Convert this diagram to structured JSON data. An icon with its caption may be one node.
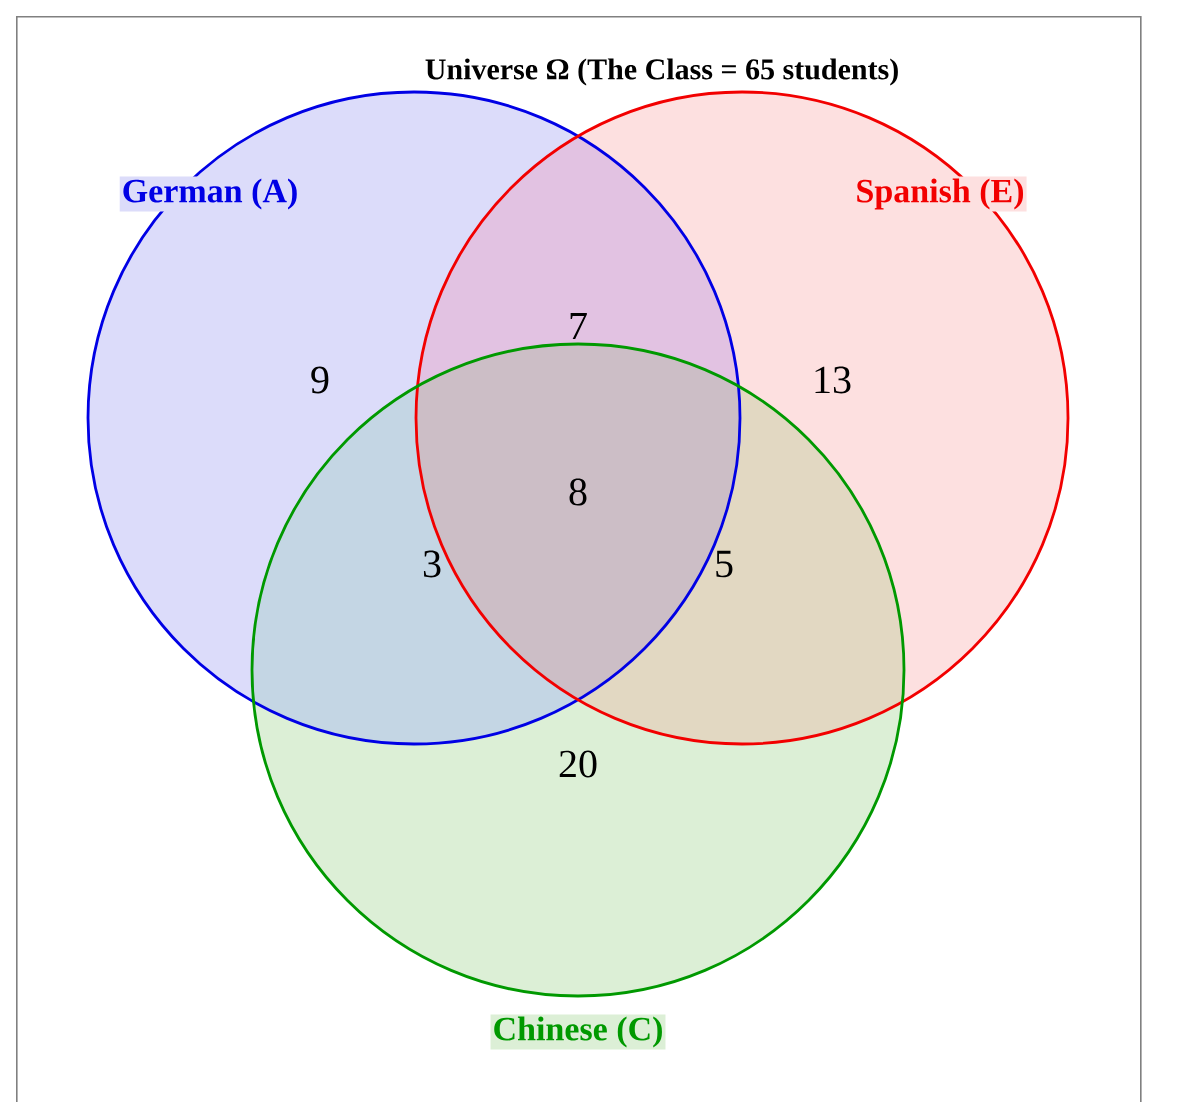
{
  "diagram": {
    "nodes": [
      {
        "text": [
          "Universe Ω (The Class = 65 students)"
        ]
      },
      {
        "text": [
          "German (A)"
        ],
        "in": 0
      },
      {
        "text": [
          "Spanish (E)"
        ],
        "in": 0
      },
      {
        "text": [
          "Chinese (C)"
        ],
        "in": 0
      }
    ],
    "labels": [
      "7",
      "9",
      "13",
      "8",
      "3",
      "5",
      "20"
    ]
  }
}
